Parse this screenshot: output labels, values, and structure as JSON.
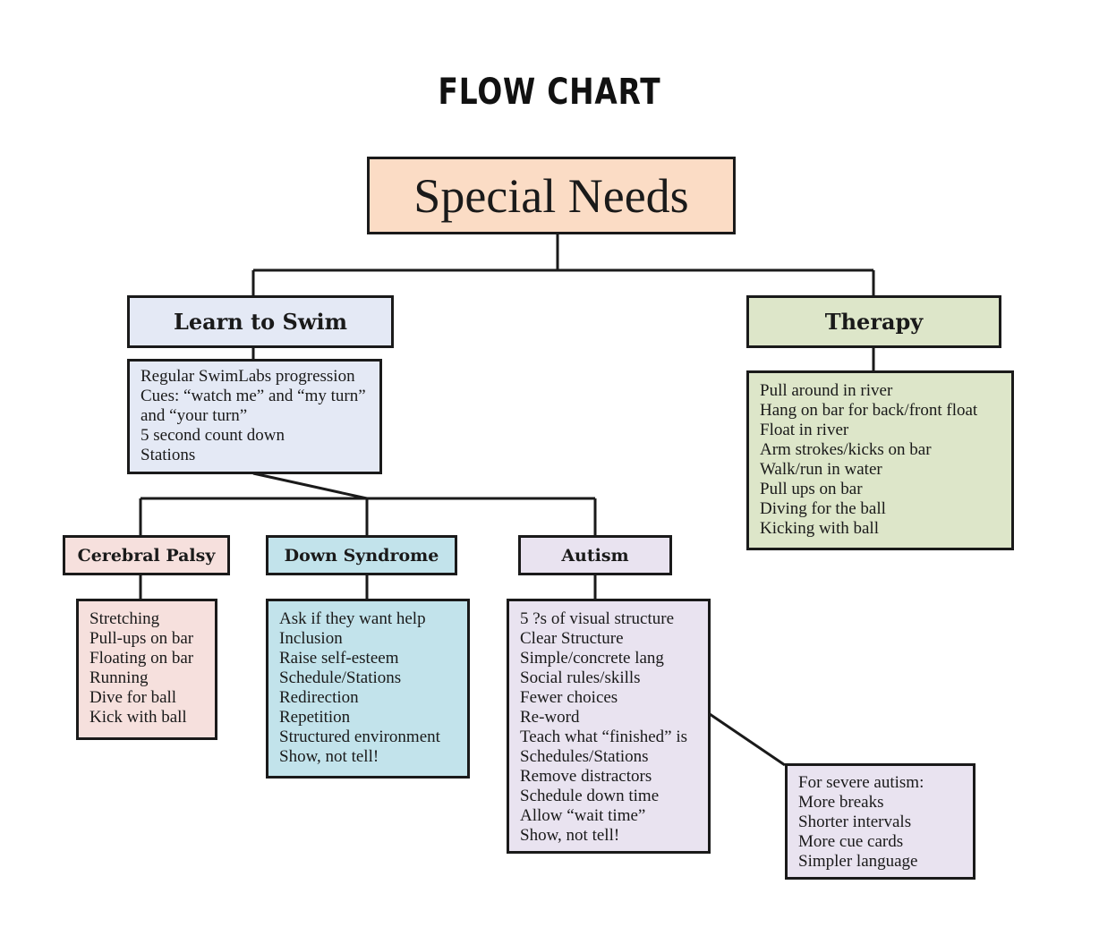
{
  "title": "FLOW CHART",
  "root": "Special Needs",
  "learn_to_swim": {
    "header": "Learn to Swim",
    "items": [
      "Regular SwimLabs progression",
      "Cues: “watch me” and “my turn”",
      "and “your turn”",
      "5 second count down",
      "Stations"
    ]
  },
  "therapy": {
    "header": "Therapy",
    "items": [
      "Pull around in river",
      "Hang on bar for back/front float",
      "Float in river",
      "Arm strokes/kicks on bar",
      "Walk/run in water",
      "Pull ups on bar",
      "Diving for the ball",
      "Kicking with ball"
    ]
  },
  "cerebral_palsy": {
    "header": "Cerebral Palsy",
    "items": [
      "Stretching",
      "Pull-ups on bar",
      "Floating on bar",
      "Running",
      "Dive for ball",
      "Kick with ball"
    ]
  },
  "down_syndrome": {
    "header": "Down Syndrome",
    "items": [
      "Ask if they want help",
      "Inclusion",
      "Raise self-esteem",
      "Schedule/Stations",
      "Redirection",
      "Repetition",
      "Structured environment",
      "Show, not tell!"
    ]
  },
  "autism": {
    "header": "Autism",
    "items": [
      "5 ?s of visual structure",
      "Clear Structure",
      "Simple/concrete lang",
      "Social rules/skills",
      "Fewer choices",
      "Re-word",
      "Teach what “finished” is",
      "Schedules/Stations",
      "Remove distractors",
      "Schedule down time",
      "Allow “wait time”",
      "Show, not tell!"
    ]
  },
  "severe_autism": {
    "items": [
      "For severe autism:",
      "More breaks",
      "Shorter intervals",
      "More cue cards",
      "Simpler language"
    ]
  },
  "colors": {
    "root": "#fbdcc5",
    "learn_to_swim": "#e4e9f5",
    "therapy": "#dde6c9",
    "cerebral_palsy": "#f6e0dd",
    "down_syndrome": "#c2e3eb",
    "autism": "#e9e3f0"
  }
}
